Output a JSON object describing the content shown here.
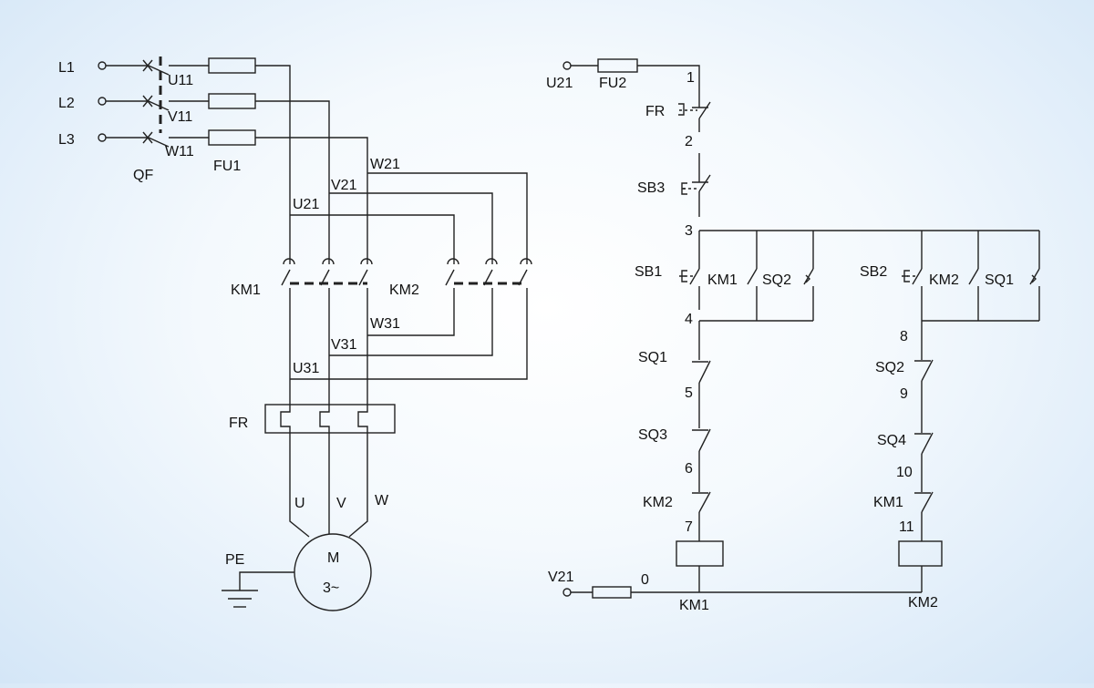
{
  "labels": {
    "L1": "L1",
    "L2": "L2",
    "L3": "L3",
    "QF": "QF",
    "FU1": "FU1",
    "U11": "U11",
    "V11": "V11",
    "W11": "W11",
    "U21": "U21",
    "V21": "V21",
    "W21": "W21",
    "U31": "U31",
    "V31": "V31",
    "W31": "W31",
    "KM1": "KM1",
    "KM2": "KM2",
    "FR": "FR",
    "U": "U",
    "V": "V",
    "W": "W",
    "M": "M",
    "M3": "3~",
    "PE": "PE"
  },
  "control": {
    "U21": "U21",
    "FU2": "FU2",
    "V21": "V21",
    "FR": "FR",
    "SB3": "SB3",
    "SB1": "SB1",
    "SB2": "SB2",
    "KM1": "KM1",
    "KM2": "KM2",
    "SQ1": "SQ1",
    "SQ2": "SQ2",
    "SQ3": "SQ3",
    "SQ4": "SQ4",
    "n0": "0",
    "n1": "1",
    "n2": "2",
    "n3": "3",
    "n4": "4",
    "n5": "5",
    "n6": "6",
    "n7": "7",
    "n8": "8",
    "n9": "9",
    "n10": "10",
    "n11": "11"
  }
}
